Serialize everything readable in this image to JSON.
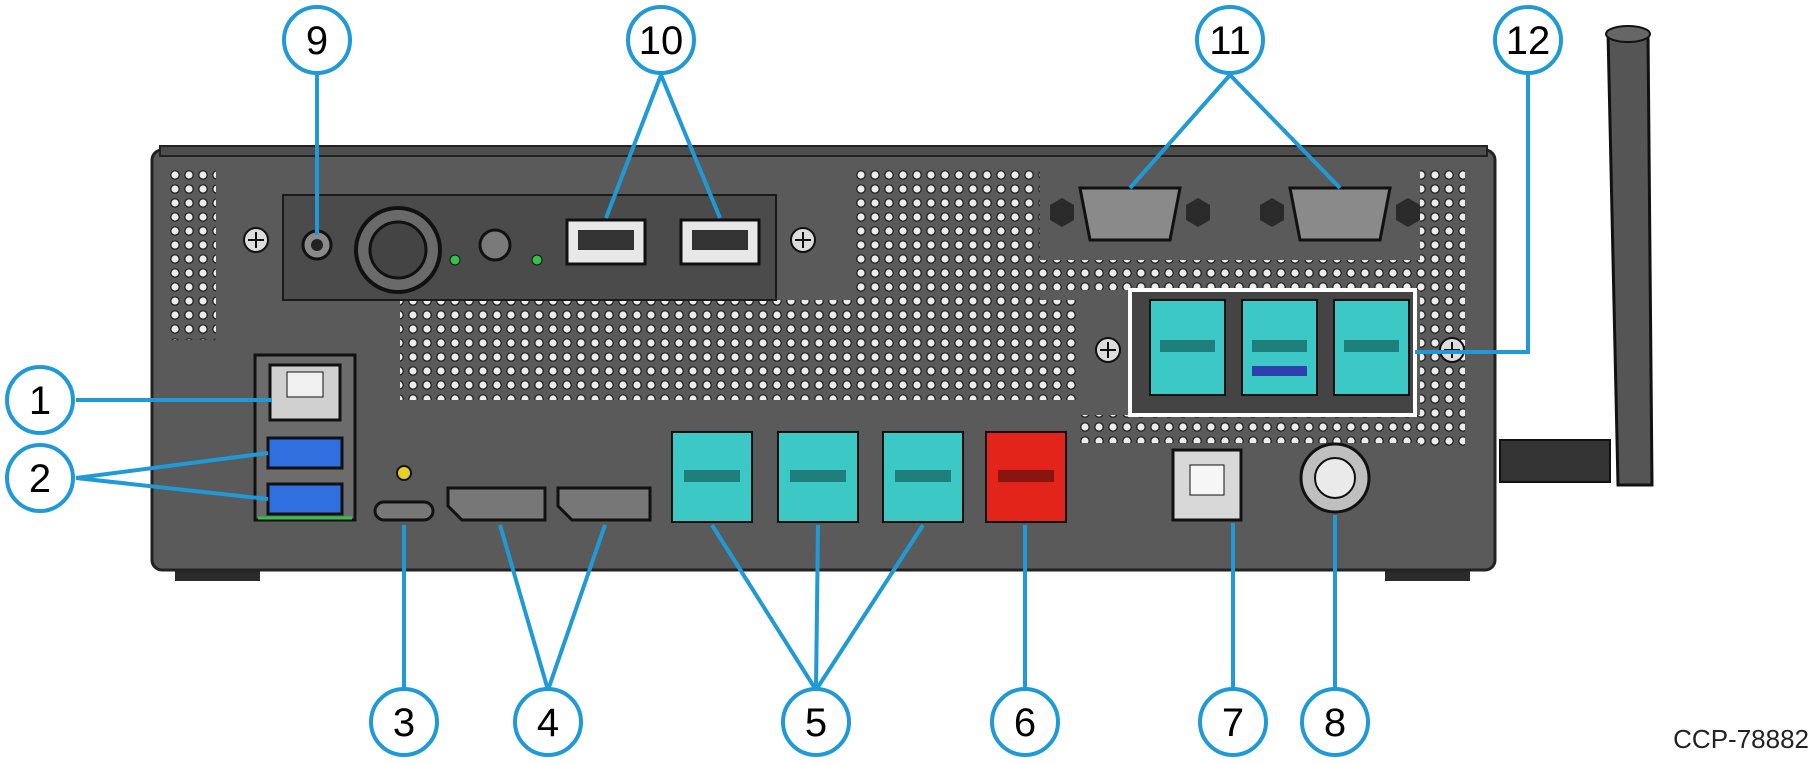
{
  "figure_id": "CCP-78882",
  "colors": {
    "chassis": "#5a5a5a",
    "chassis_edge": "#2a2a2a",
    "panel": "#4b4b4b",
    "callout_line": "#1f9ad6",
    "callout_ring": "#1f9ad6",
    "powered_usb_24v": "#3cc9c6",
    "powered_usb_12v": "#e3241b",
    "usb3_blue": "#2f6fe0",
    "led_green": "#36c24a"
  },
  "callouts": [
    {
      "number": "1",
      "target": "ethernet-port"
    },
    {
      "number": "2",
      "target": "usb-3-ports"
    },
    {
      "number": "3",
      "target": "usb-c-port"
    },
    {
      "number": "4",
      "target": "displayport-ports"
    },
    {
      "number": "5",
      "target": "powered-usb-24v-ports"
    },
    {
      "number": "6",
      "target": "powered-usb-12v-port"
    },
    {
      "number": "7",
      "target": "rj12-port"
    },
    {
      "number": "8",
      "target": "dc-power-input"
    },
    {
      "number": "9",
      "target": "audio-jack"
    },
    {
      "number": "10",
      "target": "usb-2-ports"
    },
    {
      "number": "11",
      "target": "serial-ports"
    },
    {
      "number": "12",
      "target": "powered-usb-bay"
    }
  ]
}
